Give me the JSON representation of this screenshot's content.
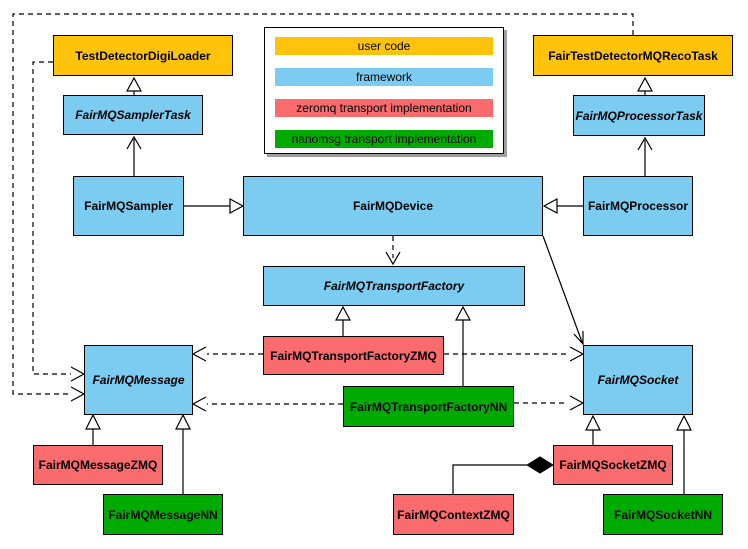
{
  "palette": {
    "user_code": "#FFC30B",
    "framework": "#7CCBF0",
    "zeromq": "#F96B6D",
    "nanomsg": "#00AB00",
    "border": "#000000",
    "connector": "#000000",
    "background": "#FFFFFF",
    "legend_shadow": "#9E9E9E"
  },
  "legend": {
    "items": [
      {
        "label": "user code",
        "type": "user_code"
      },
      {
        "label": "framework",
        "type": "framework"
      },
      {
        "label": "zeromq transport implementation",
        "type": "zeromq"
      },
      {
        "label": "nanomsg transport implementation",
        "type": "nanomsg"
      }
    ]
  },
  "nodes": {
    "TestDetectorDigiLoader": {
      "label": "TestDetectorDigiLoader",
      "type": "user_code",
      "abstract": false
    },
    "FairTestDetectorMQRecoTask": {
      "label": "FairTestDetectorMQRecoTask",
      "type": "user_code",
      "abstract": false
    },
    "FairMQSamplerTask": {
      "label": "FairMQSamplerTask",
      "type": "framework",
      "abstract": true
    },
    "FairMQProcessorTask": {
      "label": "FairMQProcessorTask",
      "type": "framework",
      "abstract": true
    },
    "FairMQSampler": {
      "label": "FairMQSampler",
      "type": "framework",
      "abstract": false
    },
    "FairMQDevice": {
      "label": "FairMQDevice",
      "type": "framework",
      "abstract": false
    },
    "FairMQProcessor": {
      "label": "FairMQProcessor",
      "type": "framework",
      "abstract": false
    },
    "FairMQTransportFactory": {
      "label": "FairMQTransportFactory",
      "type": "framework",
      "abstract": true
    },
    "FairMQTransportFactoryZMQ": {
      "label": "FairMQTransportFactoryZMQ",
      "type": "zeromq",
      "abstract": false
    },
    "FairMQTransportFactoryNN": {
      "label": "FairMQTransportFactoryNN",
      "type": "nanomsg",
      "abstract": false
    },
    "FairMQMessage": {
      "label": "FairMQMessage",
      "type": "framework",
      "abstract": true
    },
    "FairMQSocket": {
      "label": "FairMQSocket",
      "type": "framework",
      "abstract": true
    },
    "FairMQMessageZMQ": {
      "label": "FairMQMessageZMQ",
      "type": "zeromq",
      "abstract": false
    },
    "FairMQMessageNN": {
      "label": "FairMQMessageNN",
      "type": "nanomsg",
      "abstract": false
    },
    "FairMQContextZMQ": {
      "label": "FairMQContextZMQ",
      "type": "zeromq",
      "abstract": false
    },
    "FairMQSocketZMQ": {
      "label": "FairMQSocketZMQ",
      "type": "zeromq",
      "abstract": false
    },
    "FairMQSocketNN": {
      "label": "FairMQSocketNN",
      "type": "nanomsg",
      "abstract": false
    }
  },
  "edges": [
    {
      "from": "FairMQSamplerTask",
      "to": "TestDetectorDigiLoader",
      "line": "solid",
      "head": "hollow-triangle"
    },
    {
      "from": "FairMQSampler",
      "to": "FairMQSamplerTask",
      "line": "solid",
      "head": "open-arrow"
    },
    {
      "from": "FairMQProcessorTask",
      "to": "FairTestDetectorMQRecoTask",
      "line": "solid",
      "head": "hollow-triangle"
    },
    {
      "from": "FairMQProcessor",
      "to": "FairMQProcessorTask",
      "line": "solid",
      "head": "open-arrow"
    },
    {
      "from": "FairMQSampler",
      "to": "FairMQDevice",
      "line": "solid",
      "head": "hollow-triangle"
    },
    {
      "from": "FairMQProcessor",
      "to": "FairMQDevice",
      "line": "solid",
      "head": "hollow-triangle"
    },
    {
      "from": "FairMQDevice",
      "to": "FairMQTransportFactory",
      "line": "dashed",
      "head": "open-arrow"
    },
    {
      "from": "FairMQDevice",
      "to": "FairMQSocket",
      "line": "solid",
      "head": "open-arrow"
    },
    {
      "from": "FairMQTransportFactoryZMQ",
      "to": "FairMQTransportFactory",
      "line": "solid",
      "head": "hollow-triangle"
    },
    {
      "from": "FairMQTransportFactoryNN",
      "to": "FairMQTransportFactory",
      "line": "solid",
      "head": "hollow-triangle"
    },
    {
      "from": "FairMQTransportFactoryZMQ",
      "to": "FairMQMessage",
      "line": "dashed",
      "head": "open-arrow"
    },
    {
      "from": "FairMQTransportFactoryZMQ",
      "to": "FairMQSocket",
      "line": "dashed",
      "head": "open-arrow"
    },
    {
      "from": "FairMQTransportFactoryNN",
      "to": "FairMQMessage",
      "line": "dashed",
      "head": "open-arrow"
    },
    {
      "from": "FairMQTransportFactoryNN",
      "to": "FairMQSocket",
      "line": "dashed",
      "head": "open-arrow"
    },
    {
      "from": "TestDetectorDigiLoader",
      "to": "FairMQMessage",
      "line": "dashed",
      "head": "open-arrow"
    },
    {
      "from": "FairTestDetectorMQRecoTask",
      "to": "FairMQMessage",
      "line": "dashed",
      "head": "open-arrow"
    },
    {
      "from": "FairMQMessageZMQ",
      "to": "FairMQMessage",
      "line": "solid",
      "head": "hollow-triangle"
    },
    {
      "from": "FairMQMessageNN",
      "to": "FairMQMessage",
      "line": "solid",
      "head": "hollow-triangle"
    },
    {
      "from": "FairMQSocketZMQ",
      "to": "FairMQSocket",
      "line": "solid",
      "head": "hollow-triangle"
    },
    {
      "from": "FairMQSocketNN",
      "to": "FairMQSocket",
      "line": "solid",
      "head": "hollow-triangle"
    },
    {
      "from": "FairMQContextZMQ",
      "to": "FairMQSocketZMQ",
      "line": "solid",
      "head": "filled-diamond"
    }
  ]
}
